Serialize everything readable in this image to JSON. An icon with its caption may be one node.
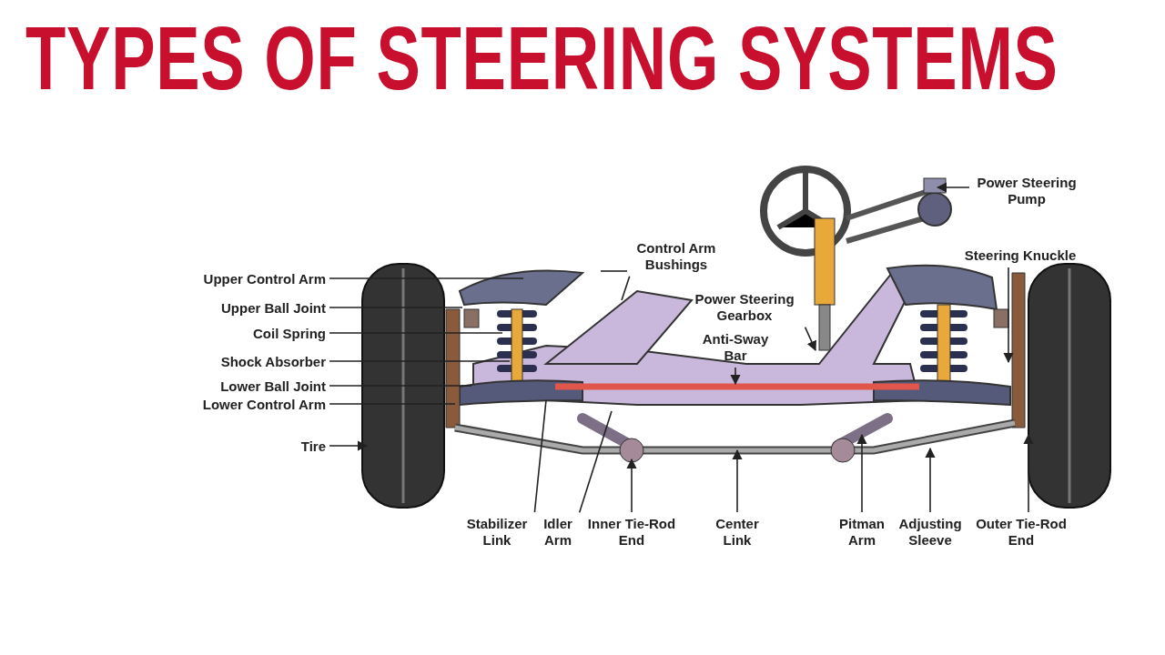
{
  "diagram": {
    "title": "TYPES OF STEERING SYSTEMS",
    "nodes": [
      {
        "text": [
          "Upper Control Arm"
        ]
      },
      {
        "text": [
          "Upper Ball Joint"
        ]
      },
      {
        "text": [
          "Coil Spring"
        ]
      },
      {
        "text": [
          "Shock Absorber"
        ]
      },
      {
        "text": [
          "Lower Ball Joint"
        ]
      },
      {
        "text": [
          "Lower Control Arm"
        ]
      },
      {
        "text": [
          "Tire"
        ]
      },
      {
        "text": [
          "Control Arm Bushings"
        ]
      },
      {
        "text": [
          "Power Steering Pump"
        ]
      },
      {
        "text": [
          "Steering Knuckle"
        ]
      },
      {
        "text": [
          "Power Steering Gearbox"
        ]
      },
      {
        "text": [
          "Anti-Sway Bar"
        ]
      },
      {
        "text": [
          "Stabilizer Link"
        ]
      },
      {
        "text": [
          "Idler Arm"
        ]
      },
      {
        "text": [
          "Inner Tie-Rod End"
        ]
      },
      {
        "text": [
          "Center Link"
        ]
      },
      {
        "text": [
          "Pitman Arm"
        ]
      },
      {
        "text": [
          "Adjusting Sleeve"
        ]
      },
      {
        "text": [
          "Outer Tie-Rod End"
        ]
      }
    ],
    "edges": [
      {
        "from": 0,
        "to": null,
        "arrow": "none"
      },
      {
        "from": 1,
        "to": null,
        "arrow": "none"
      },
      {
        "from": 2,
        "to": null,
        "arrow": "none"
      },
      {
        "from": 3,
        "to": null,
        "arrow": "none"
      },
      {
        "from": 4,
        "to": null,
        "arrow": "none"
      },
      {
        "from": 5,
        "to": null,
        "arrow": "none"
      },
      {
        "from": 6,
        "to": null,
        "arrow": "to"
      },
      {
        "from": 7,
        "to": null,
        "arrow": "none"
      },
      {
        "from": 7,
        "to": null,
        "arrow": "none"
      },
      {
        "from": 8,
        "to": null,
        "arrow": "to"
      },
      {
        "from": 9,
        "to": null,
        "arrow": "to"
      },
      {
        "from": 10,
        "to": null,
        "arrow": "to"
      },
      {
        "from": 11,
        "to": null,
        "arrow": "to"
      },
      {
        "from": 12,
        "to": null,
        "arrow": "none"
      },
      {
        "from": 13,
        "to": null,
        "arrow": "none"
      },
      {
        "from": 14,
        "to": null,
        "arrow": "to"
      },
      {
        "from": 15,
        "to": null,
        "arrow": "to"
      },
      {
        "from": 16,
        "to": null,
        "arrow": "to"
      },
      {
        "from": 17,
        "to": null,
        "arrow": "to"
      },
      {
        "from": 18,
        "to": null,
        "arrow": "to"
      }
    ]
  }
}
